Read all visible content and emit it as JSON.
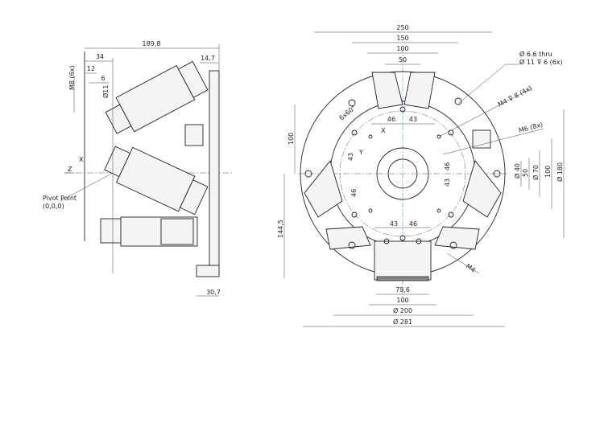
{
  "side_view": {
    "dims": {
      "overall_width": "189,8",
      "flange": "34",
      "d12": "12",
      "d6": "6",
      "bore": "Ø11",
      "thread": "M8 (6x)",
      "plate": "14,7",
      "bottom": "30,7"
    },
    "axes": {
      "x": "X",
      "z": "Z"
    },
    "pivot_label": "Pivot Point",
    "pivot_coords": "(0,0,0)"
  },
  "front_view": {
    "top_dims": [
      "250",
      "150",
      "100",
      "50"
    ],
    "hole_note_1": "Ø 6.6 thru",
    "hole_note_2": "Ø 11 ⊽ 6 (6x)",
    "m4_note": "M4 ⊽ 8 (4x)",
    "m6_note": "M6 (8x)",
    "angle_note": "6x60°",
    "axes": {
      "x": "X",
      "y": "Y"
    },
    "inner_dims": {
      "a46": "46",
      "a43": "43",
      "b43": "43",
      "b46": "46",
      "v43": "43",
      "v46": "46",
      "r46": "46",
      "r43": "43"
    },
    "right_dims": [
      "Ø 40",
      "50",
      "Ø 70",
      "100",
      "Ø 180"
    ],
    "left_dims": [
      "100",
      "144,5"
    ],
    "bottom_dims": [
      "79,6",
      "100",
      "Ø 200",
      "Ø 281"
    ],
    "ground_thread": "M4"
  }
}
